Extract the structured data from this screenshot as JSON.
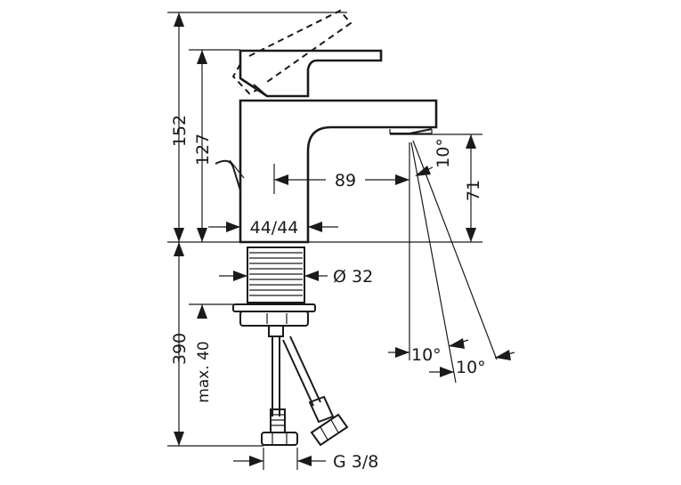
{
  "drawing": {
    "dim_height_total": "152",
    "dim_height_spout": "127",
    "dim_reach": "89",
    "dim_base": "44/44",
    "dim_outlet_height": "71",
    "dim_shank": "Ø 32",
    "dim_hose_length": "390",
    "dim_max": "max. 40",
    "dim_connection": "G 3/8",
    "angle_top": "10°",
    "angle_mid": "10°",
    "angle_low": "10°"
  }
}
